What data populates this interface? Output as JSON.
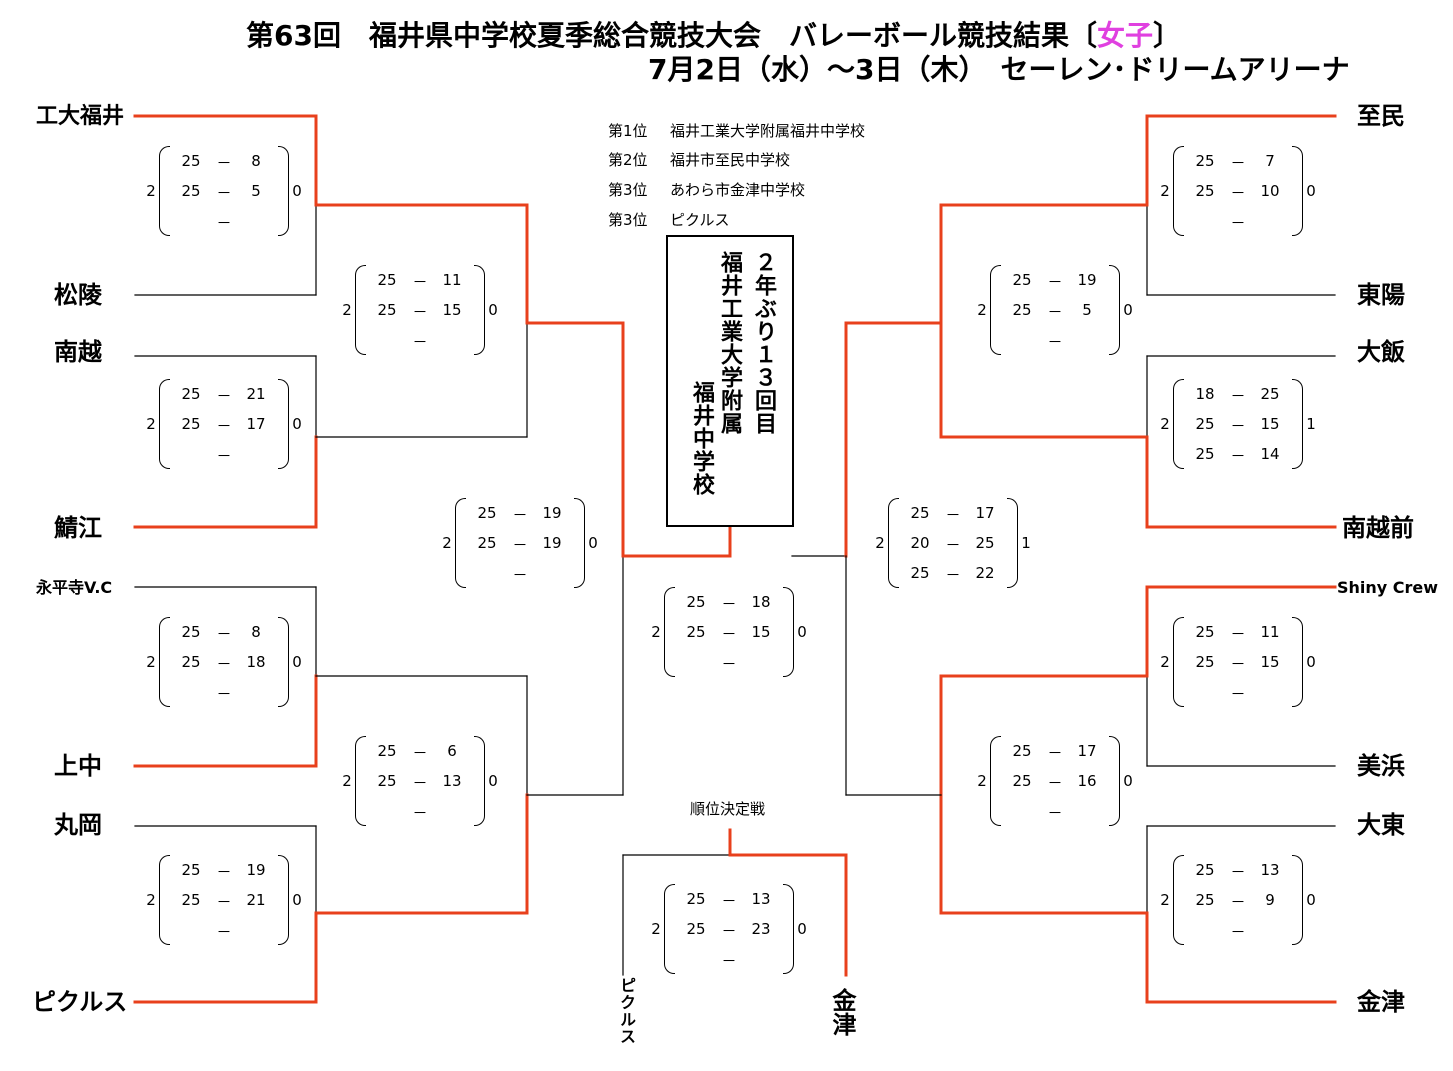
{
  "header": {
    "title_prefix": "第63回　福井県中学校夏季総合競技大会　バレーボール競技結果〔",
    "title_accent": "女子",
    "title_suffix": "〕",
    "subtitle": "7月2日（水）～3日（木）　セーレン･ドリームアリーナ"
  },
  "colors": {
    "winner_line": "#e8401c",
    "loser_line": "#000000",
    "accent": "#e040e0"
  },
  "teams": {
    "kodai_fukui": "工大福井",
    "shoryo": "松陵",
    "nanetsu": "南越",
    "sabae": "鯖江",
    "eiheiji": "永平寺V.C",
    "kaminaka": "上中",
    "maruoka": "丸岡",
    "pickles": "ピクルス",
    "shimin": "至民",
    "toyo": "東陽",
    "ohi": "大飯",
    "nanetsumae": "南越前",
    "shiny": "Shiny Crew",
    "mihama": "美浜",
    "daito": "大東",
    "kanazu": "金津",
    "pickles_v": "ピクルス",
    "kanazu_v": "金津"
  },
  "rankings": [
    {
      "place": "第1位",
      "school": "福井工業大学附属福井中学校"
    },
    {
      "place": "第2位",
      "school": "福井市至民中学校"
    },
    {
      "place": "第3位",
      "school": "あわら市金津中学校"
    },
    {
      "place": "第3位",
      "school": "ピクルス"
    }
  ],
  "champion": {
    "line1": "２年ぶり１３回目",
    "line2": "福井工業大",
    "line2b": "学附属",
    "line3": "福井中学校"
  },
  "third_place_label": "順位決定戦",
  "matches": {
    "m1": {
      "w": "2",
      "l": "0",
      "sets": [
        [
          "25",
          "－",
          "8"
        ],
        [
          "25",
          "－",
          "5"
        ],
        [
          "",
          "－",
          ""
        ]
      ]
    },
    "m2": {
      "w": "2",
      "l": "0",
      "sets": [
        [
          "25",
          "－",
          "21"
        ],
        [
          "25",
          "－",
          "17"
        ],
        [
          "",
          "－",
          ""
        ]
      ]
    },
    "m3": {
      "w": "2",
      "l": "0",
      "sets": [
        [
          "25",
          "－",
          "8"
        ],
        [
          "25",
          "－",
          "18"
        ],
        [
          "",
          "－",
          ""
        ]
      ]
    },
    "m4": {
      "w": "2",
      "l": "0",
      "sets": [
        [
          "25",
          "－",
          "19"
        ],
        [
          "25",
          "－",
          "21"
        ],
        [
          "",
          "－",
          ""
        ]
      ]
    },
    "m5": {
      "w": "2",
      "l": "0",
      "sets": [
        [
          "25",
          "－",
          "11"
        ],
        [
          "25",
          "－",
          "15"
        ],
        [
          "",
          "－",
          ""
        ]
      ]
    },
    "m6": {
      "w": "2",
      "l": "0",
      "sets": [
        [
          "25",
          "－",
          "6"
        ],
        [
          "25",
          "－",
          "13"
        ],
        [
          "",
          "－",
          ""
        ]
      ]
    },
    "m7": {
      "w": "2",
      "l": "0",
      "sets": [
        [
          "25",
          "－",
          "19"
        ],
        [
          "25",
          "－",
          "19"
        ],
        [
          "",
          "－",
          ""
        ]
      ]
    },
    "m8": {
      "w": "2",
      "l": "0",
      "sets": [
        [
          "25",
          "－",
          "18"
        ],
        [
          "25",
          "－",
          "15"
        ],
        [
          "",
          "－",
          ""
        ]
      ]
    },
    "m9": {
      "w": "2",
      "l": "0",
      "sets": [
        [
          "25",
          "－",
          "13"
        ],
        [
          "25",
          "－",
          "23"
        ],
        [
          "",
          "－",
          ""
        ]
      ]
    },
    "m10": {
      "w": "2",
      "l": "0",
      "sets": [
        [
          "25",
          "－",
          "7"
        ],
        [
          "25",
          "－",
          "10"
        ],
        [
          "",
          "－",
          ""
        ]
      ]
    },
    "m11": {
      "w": "2",
      "l": "1",
      "sets": [
        [
          "18",
          "－",
          "25"
        ],
        [
          "25",
          "－",
          "15"
        ],
        [
          "25",
          "－",
          "14"
        ]
      ]
    },
    "m12": {
      "w": "2",
      "l": "0",
      "sets": [
        [
          "25",
          "－",
          "11"
        ],
        [
          "25",
          "－",
          "15"
        ],
        [
          "",
          "－",
          ""
        ]
      ]
    },
    "m13": {
      "w": "2",
      "l": "0",
      "sets": [
        [
          "25",
          "－",
          "13"
        ],
        [
          "25",
          "－",
          "9"
        ],
        [
          "",
          "－",
          ""
        ]
      ]
    },
    "m14": {
      "w": "2",
      "l": "0",
      "sets": [
        [
          "25",
          "－",
          "19"
        ],
        [
          "25",
          "－",
          "5"
        ],
        [
          "",
          "－",
          ""
        ]
      ]
    },
    "m15": {
      "w": "2",
      "l": "0",
      "sets": [
        [
          "25",
          "－",
          "17"
        ],
        [
          "25",
          "－",
          "16"
        ],
        [
          "",
          "－",
          ""
        ]
      ]
    },
    "m16": {
      "w": "2",
      "l": "1",
      "sets": [
        [
          "25",
          "－",
          "17"
        ],
        [
          "20",
          "－",
          "25"
        ],
        [
          "25",
          "－",
          "22"
        ]
      ]
    }
  }
}
